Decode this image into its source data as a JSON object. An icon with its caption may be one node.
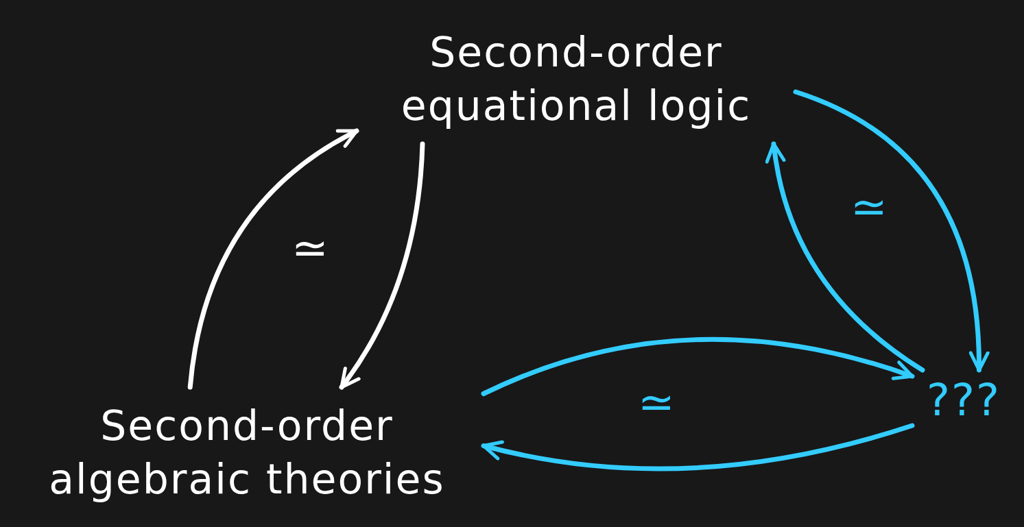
{
  "diagram": {
    "nodes": [
      {
        "text": [
          "Second-order equational logic"
        ]
      },
      {
        "text": [
          "Second-order algebraic theories"
        ]
      },
      {
        "text": [
          "???"
        ]
      }
    ],
    "edges": [
      {
        "from": 1,
        "to": 0,
        "arrow": "to",
        "color": "#ffffff"
      },
      {
        "from": 0,
        "to": 1,
        "arrow": "to",
        "color": "#ffffff"
      },
      {
        "from": 0,
        "to": 2,
        "arrow": "to",
        "color": "#33ccff"
      },
      {
        "from": 2,
        "to": 0,
        "arrow": "to",
        "color": "#33ccff"
      },
      {
        "from": 1,
        "to": 2,
        "arrow": "to",
        "color": "#33ccff"
      },
      {
        "from": 2,
        "to": 1,
        "arrow": "to",
        "color": "#33ccff"
      }
    ],
    "labels": [
      "≃",
      "≃",
      "≃"
    ]
  }
}
